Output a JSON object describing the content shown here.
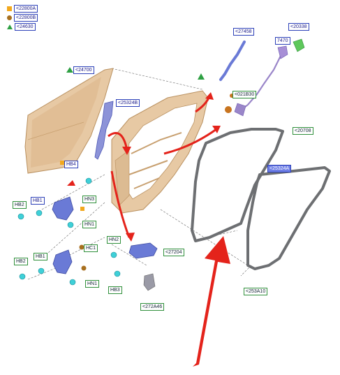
{
  "legend": [
    {
      "text": "<22800A",
      "color": "#f2a81d",
      "shape": "square"
    },
    {
      "text": "<22800B",
      "color": "#a8701f",
      "shape": "circle"
    },
    {
      "text": "<24630",
      "color": "#2ea043",
      "shape": "triangle"
    }
  ],
  "labels": {
    "l24700": "<24700",
    "l25324B": "<25324B",
    "l27458": "<27458",
    "l20338": "<20338",
    "l7470": "7470",
    "l021B30": "<021B30",
    "l20708": "<20708",
    "l25324A": "<25324A",
    "l253A10": "<253A10",
    "l27204": "<27204",
    "l272A46": "<272A46",
    "HB4": "HB4",
    "HB2a": "HB2",
    "HB1a": "HB1",
    "HN3": "HN3",
    "HN1a": "HN1",
    "HC1": "HC1",
    "HB1b": "HB1",
    "HB2b": "HB2",
    "HN1b": "HN1",
    "HN2": "HN2",
    "HB3": "HB3"
  },
  "colors": {
    "panel": "#e7c9a4",
    "panel_edge": "#b9905f",
    "bracket": "#6a7ad6",
    "clip": "#3fd0d8",
    "seal": "#6d6f72",
    "arrow": "#e4231b",
    "cable": "#9a86c9"
  }
}
